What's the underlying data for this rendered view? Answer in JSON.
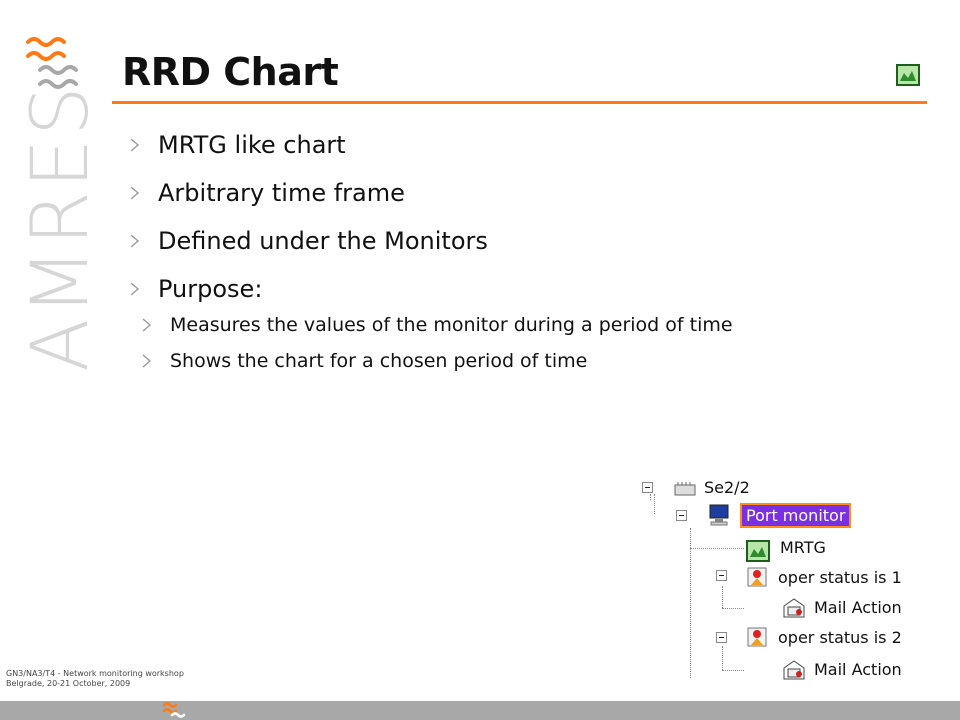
{
  "slide": {
    "title": "RRD Chart",
    "brand_vertical": "AMRES",
    "bullets": [
      {
        "text": "MRTG like chart"
      },
      {
        "text": "Arbitrary time frame"
      },
      {
        "text": "Defined under the Monitors"
      },
      {
        "text": "Purpose:",
        "sub": [
          "Measures the values of the monitor during a period of time",
          "Shows the chart for a chosen period of time"
        ]
      }
    ],
    "footer": {
      "line1": "GN3/NA3/T4 - Network monitoring workshop",
      "line2": "Belgrade, 20-21 October, 2009"
    }
  },
  "tree": {
    "root": "Se2/2",
    "selected": "Port monitor",
    "items": [
      "MRTG",
      "oper status is 1",
      "Mail Action",
      "oper status is 2",
      "Mail Action"
    ]
  },
  "colors": {
    "accent": "#ff7a14",
    "brand_gray": "#d6d6d6",
    "bar_gray": "#a8a8a8",
    "tree_selection": "#7a2fe0"
  },
  "icons": [
    "amres-logo-icon",
    "mrtg-chart-icon",
    "bullet-arrow-icon",
    "port-icon",
    "monitor-icon",
    "alarm-icon",
    "mail-action-icon"
  ]
}
